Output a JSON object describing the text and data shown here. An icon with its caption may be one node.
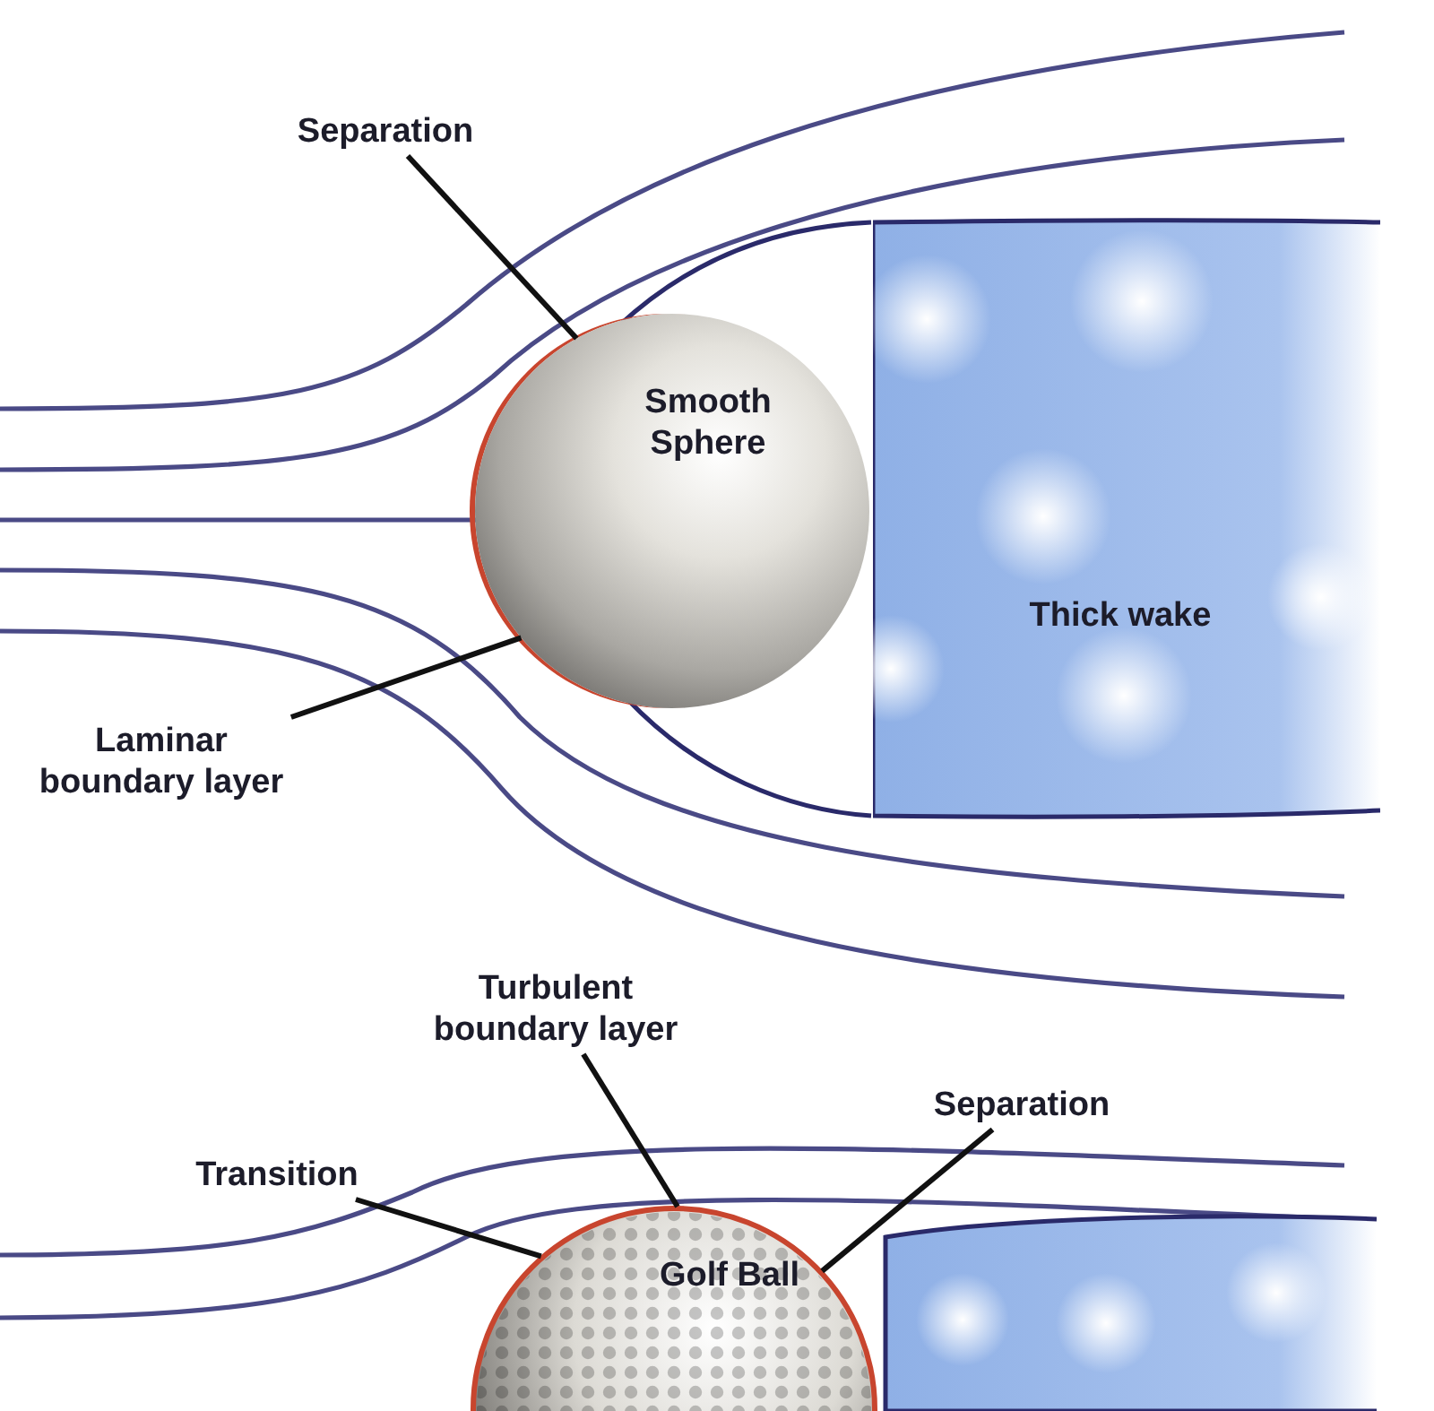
{
  "diagram": {
    "nodes": [
      {
        "text": [
          "Separation"
        ]
      },
      {
        "text": [
          "Smooth Sphere"
        ]
      },
      {
        "text": [
          "Thick wake"
        ]
      },
      {
        "text": [
          "Laminar boundary layer"
        ]
      },
      {
        "text": [
          "Turbulent boundary layer"
        ]
      },
      {
        "text": [
          "Separation"
        ]
      },
      {
        "text": [
          "Transition"
        ]
      },
      {
        "text": [
          "Golf Ball"
        ]
      },
      {
        "text": [],
        "shape": "cloud"
      }
    ],
    "edges": [
      {
        "from": 0,
        "to": 1,
        "arrow": "none"
      },
      {
        "from": 3,
        "to": 1,
        "arrow": "none"
      },
      {
        "from": 4,
        "to": 7,
        "arrow": "none"
      },
      {
        "from": 5,
        "to": 7,
        "arrow": "none"
      },
      {
        "from": 6,
        "to": 7,
        "arrow": "none"
      }
    ]
  }
}
